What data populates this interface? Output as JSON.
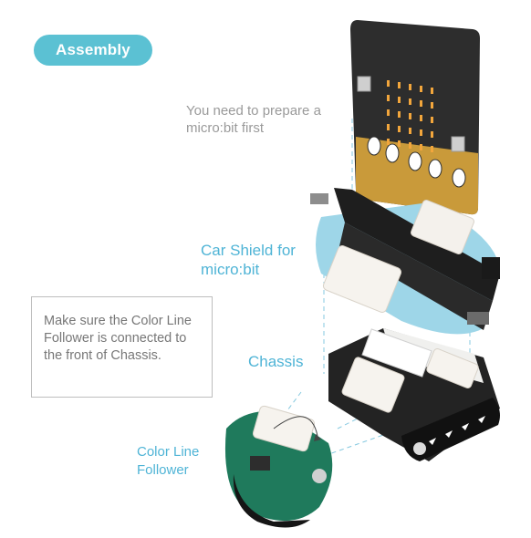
{
  "header": {
    "badge": "Assembly"
  },
  "notes": {
    "prepare": "You need to prepare a micro:bit first",
    "callout": "Make sure the Color Line Follower is connected to the front of Chassis."
  },
  "labels": {
    "car_shield": "Car Shield for micro:bit",
    "chassis": "Chassis",
    "color_line_follower": "Color Line Follower"
  },
  "colors": {
    "accent": "#5bc1d3",
    "label": "#4fb4d6",
    "board_dark": "#2b2b2b",
    "gold": "#c99a3a",
    "led": "#f0a23a",
    "follower_green": "#1f7a5c"
  }
}
